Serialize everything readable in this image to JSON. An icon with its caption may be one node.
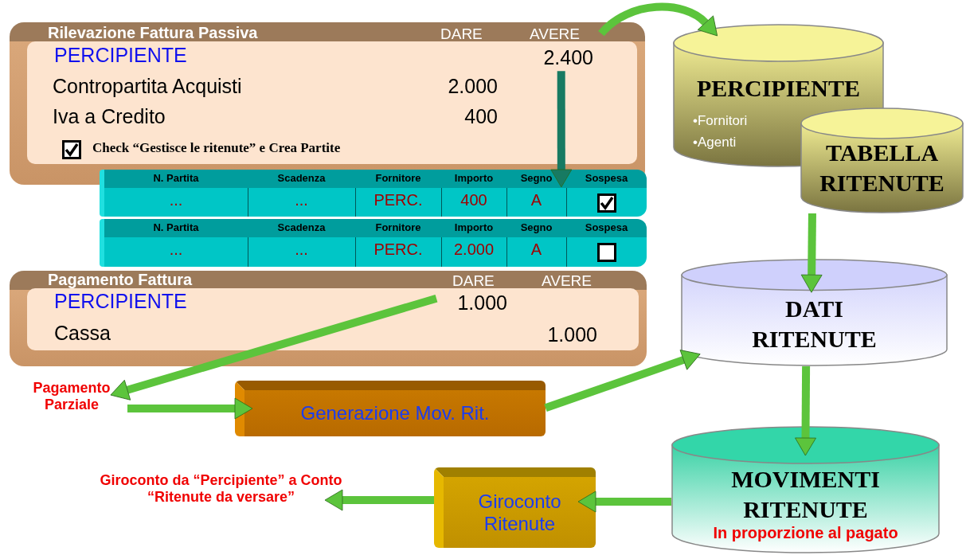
{
  "diagram": {
    "nodes": [
      {
        "text": [
          "Rilevazione Fattura Passiva",
          "DARE",
          "AVERE",
          "PERCIPIENTE",
          "2.400",
          "Contropartita Acquisti",
          "2.000",
          "Iva a Credito",
          "400",
          "Check “Gestisce le ritenute” e Crea Partite"
        ]
      },
      {
        "text": [
          "N. Partita",
          "Scadenza",
          "Fornitore",
          "Importo",
          "Segno",
          "Sospesa",
          "...",
          "...",
          "PERC.",
          "400",
          "A"
        ]
      },
      {
        "text": [
          "N. Partita",
          "Scadenza",
          "Fornitore",
          "Importo",
          "Segno",
          "Sospesa",
          "...",
          "...",
          "PERC.",
          "2.000",
          "A"
        ]
      },
      {
        "text": [
          "Pagamento Fattura",
          "DARE",
          "AVERE",
          "PERCIPIENTE",
          "1.000",
          "Cassa",
          "1.000"
        ]
      },
      {
        "text": [
          "Pagamento Parziale"
        ]
      },
      {
        "text": [
          "Generazione Mov. Rit."
        ]
      },
      {
        "text": [
          "PERCIPIENTE",
          "•Fornitori",
          "•Agenti"
        ]
      },
      {
        "text": [
          "TABELLA RITENUTE"
        ]
      },
      {
        "text": [
          "DATI RITENUTE"
        ]
      },
      {
        "text": [
          "MOVIMENTI RITENUTE",
          "In proporzione al pagato"
        ]
      },
      {
        "text": [
          "Giroconto Ritenute"
        ]
      },
      {
        "text": [
          "Giroconto da “Percipiente” a Conto “Ritenute da versare”"
        ]
      }
    ],
    "edges": [
      {
        "from": 0,
        "to": 6,
        "arrow": "to"
      },
      {
        "from": 0,
        "to": 1,
        "arrow": "to",
        "color": "#177a62"
      },
      {
        "from": 3,
        "to": 4,
        "arrow": "to"
      },
      {
        "from": 4,
        "to": 5,
        "arrow": "to"
      },
      {
        "from": 5,
        "to": 8,
        "arrow": "to"
      },
      {
        "from": 7,
        "to": 8,
        "arrow": "to"
      },
      {
        "from": 8,
        "to": 9,
        "arrow": "to"
      },
      {
        "from": 9,
        "to": 10,
        "arrow": "to"
      },
      {
        "from": 10,
        "to": 11,
        "arrow": "to"
      }
    ]
  }
}
